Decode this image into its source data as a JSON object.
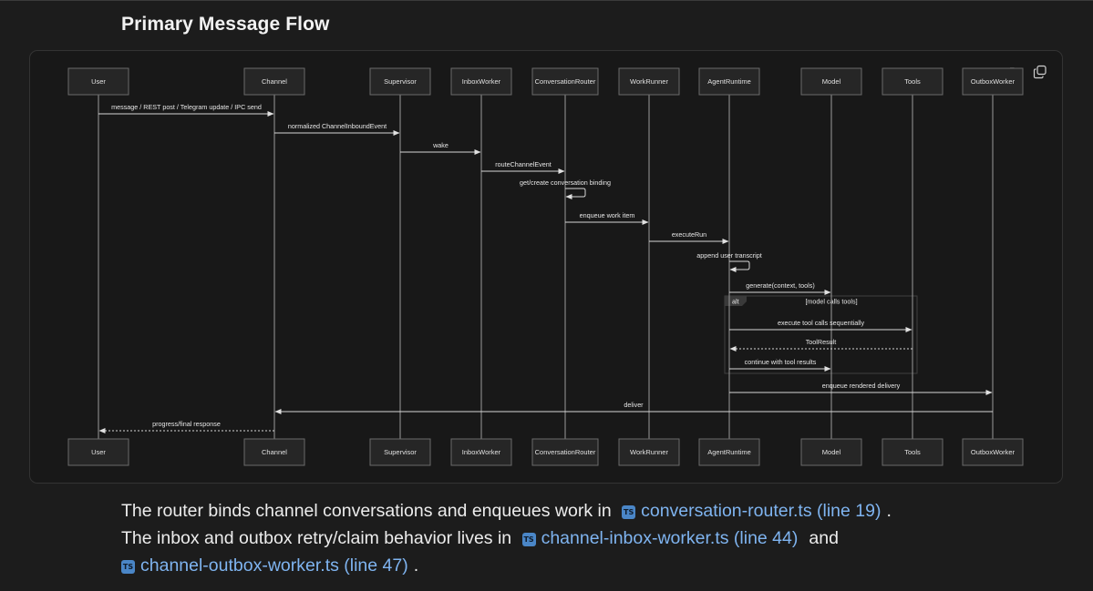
{
  "heading": "Primary Message Flow",
  "diagram": {
    "actors": [
      "User",
      "Channel",
      "Supervisor",
      "InboxWorker",
      "ConversationRouter",
      "WorkRunner",
      "AgentRuntime",
      "Model",
      "Tools",
      "OutboxWorker"
    ],
    "messages": [
      {
        "from": "User",
        "to": "Channel",
        "label": "message / REST post / Telegram update / IPC send",
        "style": "solid"
      },
      {
        "from": "Channel",
        "to": "Supervisor",
        "label": "normalized ChannelInboundEvent",
        "style": "solid"
      },
      {
        "from": "Supervisor",
        "to": "InboxWorker",
        "label": "wake",
        "style": "solid"
      },
      {
        "from": "InboxWorker",
        "to": "ConversationRouter",
        "label": "routeChannelEvent",
        "style": "solid"
      },
      {
        "from": "ConversationRouter",
        "to": "ConversationRouter",
        "label": "get/create conversation binding",
        "style": "solid"
      },
      {
        "from": "ConversationRouter",
        "to": "WorkRunner",
        "label": "enqueue work item",
        "style": "solid"
      },
      {
        "from": "WorkRunner",
        "to": "AgentRuntime",
        "label": "executeRun",
        "style": "solid"
      },
      {
        "from": "AgentRuntime",
        "to": "AgentRuntime",
        "label": "append user transcript",
        "style": "solid"
      },
      {
        "from": "AgentRuntime",
        "to": "Model",
        "label": "generate(context, tools)",
        "style": "solid"
      },
      {
        "from": "AgentRuntime",
        "to": "Tools",
        "label": "execute tool calls sequentially",
        "style": "solid"
      },
      {
        "from": "Tools",
        "to": "AgentRuntime",
        "label": "ToolResult",
        "style": "dashed"
      },
      {
        "from": "AgentRuntime",
        "to": "Model",
        "label": "continue with tool results",
        "style": "solid"
      },
      {
        "from": "AgentRuntime",
        "to": "OutboxWorker",
        "label": "enqueue rendered delivery",
        "style": "solid"
      },
      {
        "from": "OutboxWorker",
        "to": "Channel",
        "label": "deliver",
        "style": "solid"
      },
      {
        "from": "Channel",
        "to": "User",
        "label": "progress/final response",
        "style": "dashed"
      }
    ],
    "alt": {
      "tag": "alt",
      "condition": "[model calls tools]"
    }
  },
  "paragraph": {
    "line1_text": "The router binds channel conversations and enqueues work in",
    "line1_link": "conversation-router.ts (line 19)",
    "line1_end": ".",
    "line2_text": "The inbox and outbox retry/claim behavior lives in",
    "line2_link": "channel-inbox-worker.ts (line 44)",
    "line2_and": "and",
    "line3_link": "channel-outbox-worker.ts (line 47)",
    "line3_end": ".",
    "badge": "TS"
  },
  "icons": {
    "expand": "expand-icon",
    "copy": "copy-icon"
  }
}
